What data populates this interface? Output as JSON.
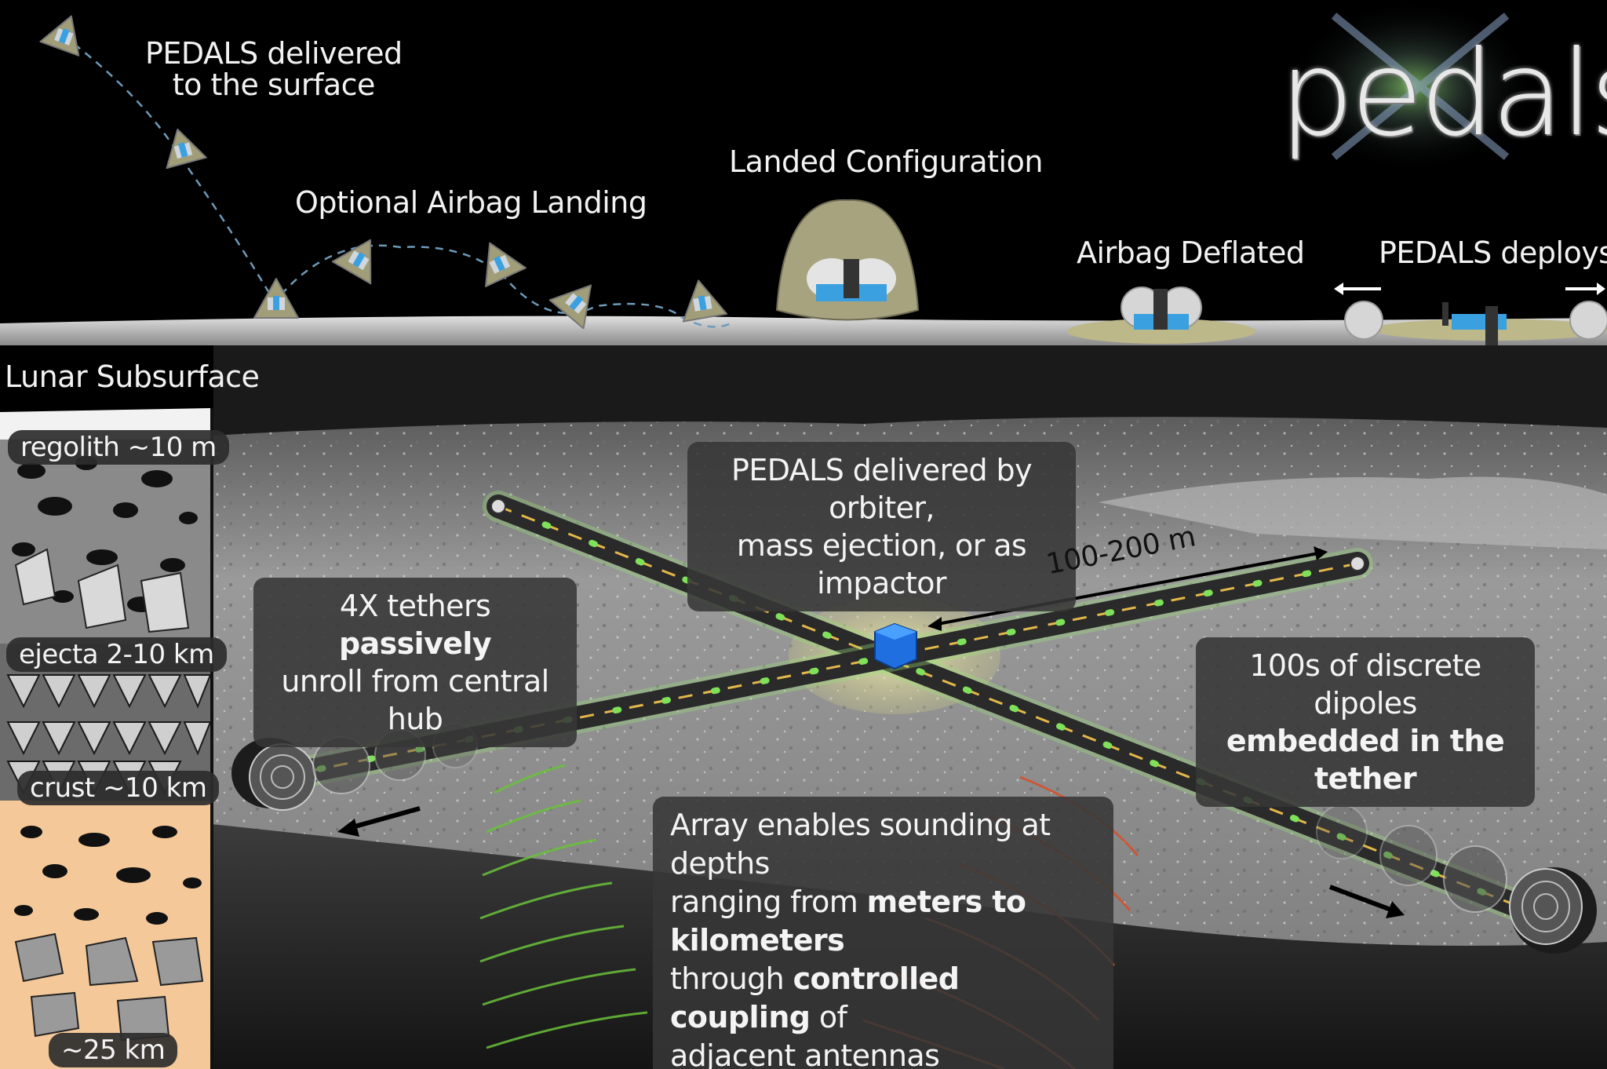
{
  "logo": {
    "text": "pedals"
  },
  "stages": {
    "delivered": [
      "PEDALS delivered",
      "to the surface"
    ],
    "airbag_landing": "Optional Airbag Landing",
    "landed": "Landed Configuration",
    "deflated": "Airbag Deflated",
    "deploys": "PEDALS deploys"
  },
  "subsurface": {
    "title": "Lunar Subsurface",
    "layers": [
      {
        "label": "regolith ~10 m",
        "color": "#8a8a8a"
      },
      {
        "label": "ejecta 2-10 km",
        "color": "#6b6b6b"
      },
      {
        "label": "crust ~10 km",
        "color": "#505050"
      },
      {
        "label": "~25 km",
        "color": "#f4c898"
      }
    ]
  },
  "callouts": {
    "delivery": {
      "line1": "PEDALS delivered by orbiter,",
      "line2": "mass ejection, or as impactor"
    },
    "distance": "100-200 m",
    "tethers": {
      "pre": "4X tethers ",
      "bold": "passively",
      "line2": "unroll from central hub"
    },
    "dipoles": {
      "line1": "100s of discrete dipoles",
      "bold": "embedded in the tether"
    },
    "array": {
      "l1": "Array enables sounding at depths",
      "l2_pre": "ranging from ",
      "l2_bold": "meters to kilometers",
      "l3_pre": "through ",
      "l3_bold": "controlled coupling",
      "l3_post": " of",
      "l4": "adjacent antennas"
    }
  },
  "colors": {
    "space": "#000000",
    "moon_surface": "#8d8d8d",
    "airbag": "#a7a37f",
    "hub": "#1f6fe0",
    "tether": "#2a2a2a",
    "tether_dash": "#e3b84a",
    "dipole": "#7fe05a",
    "wave_green": "#6ac23a",
    "wave_red": "#d4502a",
    "callout_bg": "#373737"
  }
}
